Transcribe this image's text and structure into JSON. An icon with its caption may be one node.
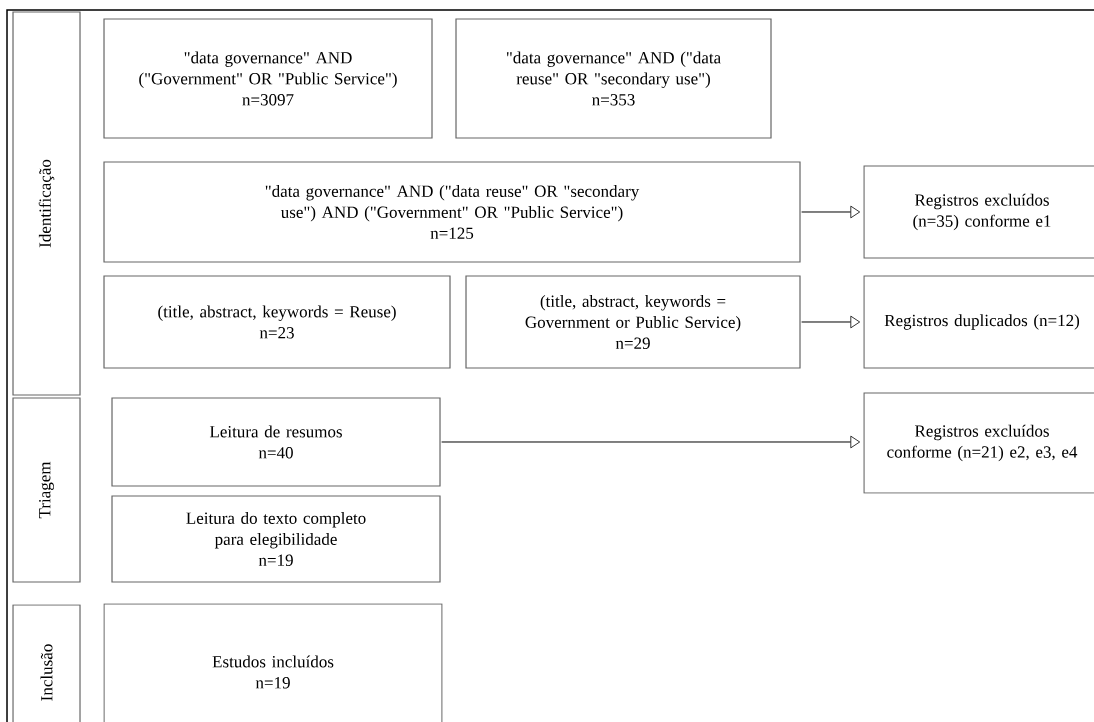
{
  "diagram": {
    "nodes": [
      {
        "text": [
          "Identificação"
        ]
      },
      {
        "text": [
          "\"data governance\" AND (\"Government\" OR \"Public Service\")",
          "n=3097"
        ]
      },
      {
        "text": [
          "\"data governance\" AND (\"data reuse\" OR \"secondary use\")",
          "n=353"
        ]
      },
      {
        "text": [
          "\"data governance\" AND (\"data reuse\" OR \"secondary use\") AND (\"Government\" OR \"Public Service\")",
          "n=125"
        ]
      },
      {
        "text": [
          "Registros excluídos (n=35) conforme e1"
        ]
      },
      {
        "text": [
          "(title, abstract, keywords = Reuse)",
          "n=23"
        ]
      },
      {
        "text": [
          "(title, abstract, keywords = Government or Public Service)",
          "n=29"
        ]
      },
      {
        "text": [
          "Registros duplicados (n=12)"
        ]
      },
      {
        "text": [
          "Triagem"
        ]
      },
      {
        "text": [
          "Leitura de resumos",
          "n=40"
        ]
      },
      {
        "text": [
          "Leitura do texto completo para elegibilidade",
          "n=19"
        ]
      },
      {
        "text": [
          "Registros excluídos conforme (n=21) e2, e3, e4"
        ]
      },
      {
        "text": [
          "Inclusão"
        ]
      },
      {
        "text": [
          "Estudos incluídos",
          "n=19"
        ]
      }
    ],
    "edges": [
      {
        "from": 3,
        "to": 4,
        "arrow": "to"
      },
      {
        "from": 6,
        "to": 7,
        "arrow": "to"
      },
      {
        "from": 9,
        "to": 11,
        "arrow": "to"
      }
    ]
  }
}
